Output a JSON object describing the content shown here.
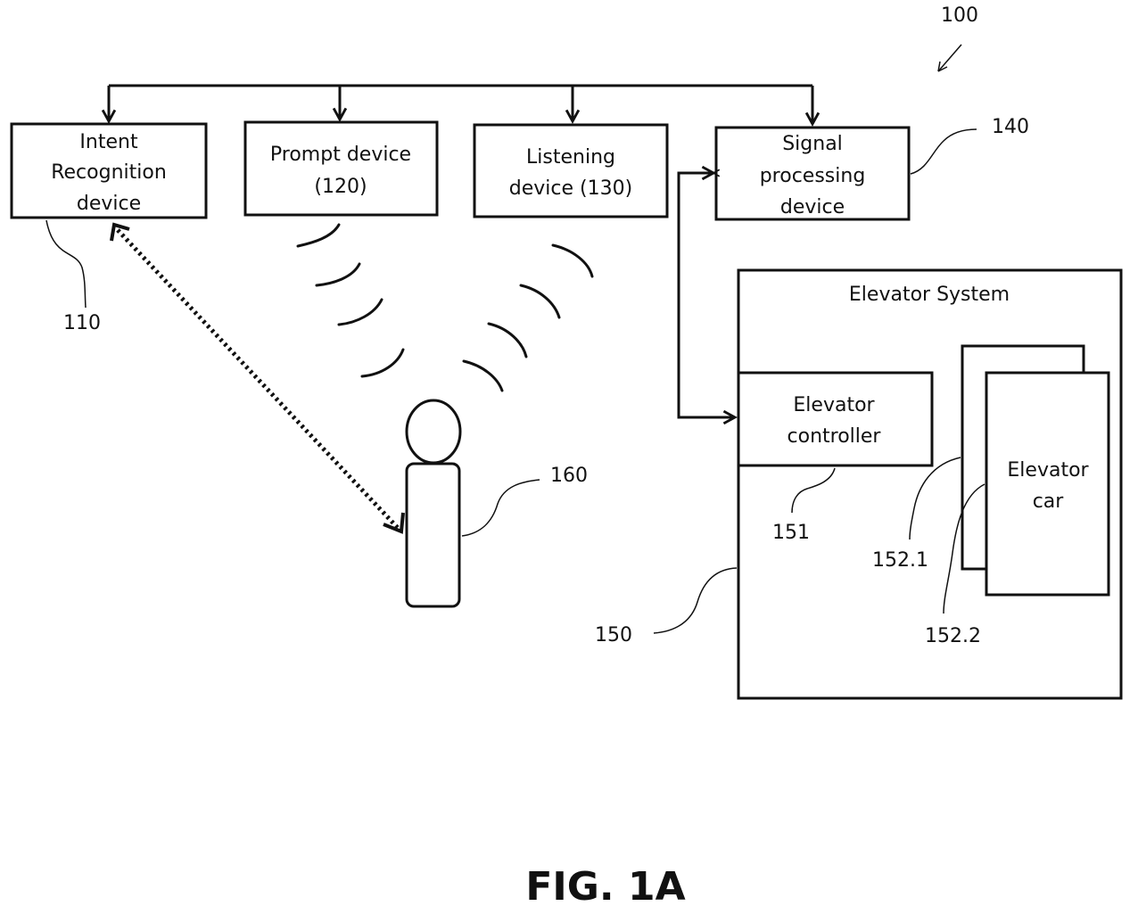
{
  "figure_label": "FIG. 1A",
  "system_ref": "100",
  "intent_device": {
    "lines": [
      "Intent",
      "Recognition",
      "device"
    ],
    "ref": "110"
  },
  "prompt_device": {
    "lines": [
      "Prompt device",
      "(120)"
    ]
  },
  "listening_device": {
    "lines": [
      "Listening",
      "device (130)"
    ]
  },
  "signal_device": {
    "lines": [
      "Signal",
      "processing",
      "device"
    ],
    "ref": "140"
  },
  "elevator_system": {
    "title": "Elevator System",
    "ref": "150"
  },
  "elevator_controller": {
    "lines": [
      "Elevator",
      "controller"
    ],
    "ref": "151"
  },
  "elevator_car": {
    "lines": [
      "Elevator",
      "car"
    ],
    "ref_back": "152.1",
    "ref_front": "152.2"
  },
  "person": {
    "ref": "160"
  }
}
